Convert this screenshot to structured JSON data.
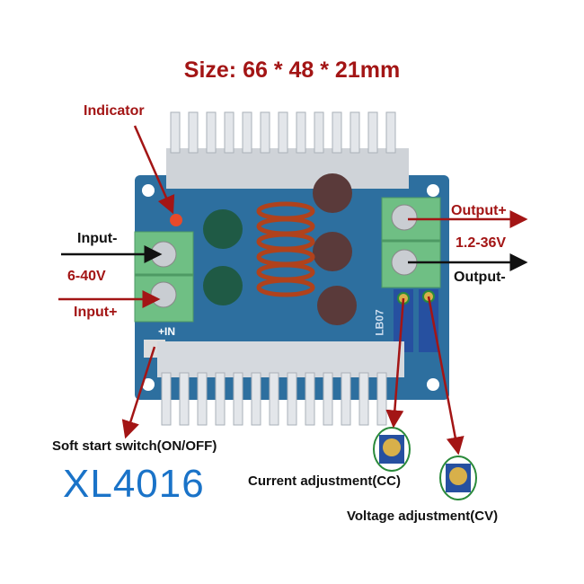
{
  "title": "Size: 66 * 48 * 21mm",
  "labels": {
    "indicator": "Indicator",
    "input_minus": "Input-",
    "input_voltage": "6-40V",
    "input_plus": "Input+",
    "output_plus": "Output+",
    "output_voltage": "1.2-36V",
    "output_minus": "Output-",
    "soft_start": "Soft start switch(ON/OFF)",
    "current_adj": "Current adjustment(CC)",
    "voltage_adj": "Voltage adjustment(CV)",
    "model": "XL4016"
  },
  "silkscreen": {
    "in": "+IN",
    "part": "LB07"
  },
  "colors": {
    "label_red": "#a31515",
    "model_blue": "#1a73c8",
    "pcb_blue": "#2d6f9f",
    "terminal_green": "#6fbf84"
  }
}
